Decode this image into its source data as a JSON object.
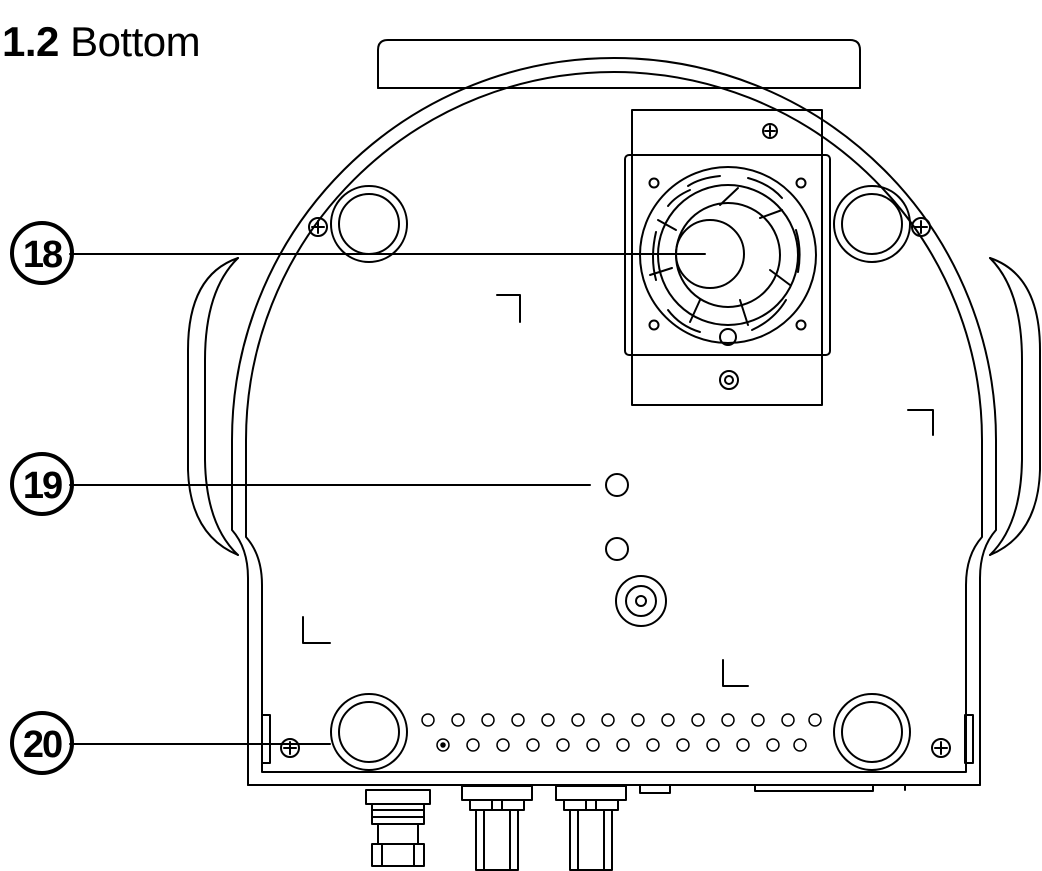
{
  "heading": {
    "section_number": "1.2",
    "section_title": "Bottom"
  },
  "callouts": [
    {
      "id": "18",
      "label": "18",
      "target": "fan"
    },
    {
      "id": "19",
      "label": "19",
      "target": "screw-hole"
    },
    {
      "id": "20",
      "label": "20",
      "target": "rubber-foot"
    }
  ],
  "colors": {
    "line": "#000000",
    "background": "#ffffff"
  }
}
